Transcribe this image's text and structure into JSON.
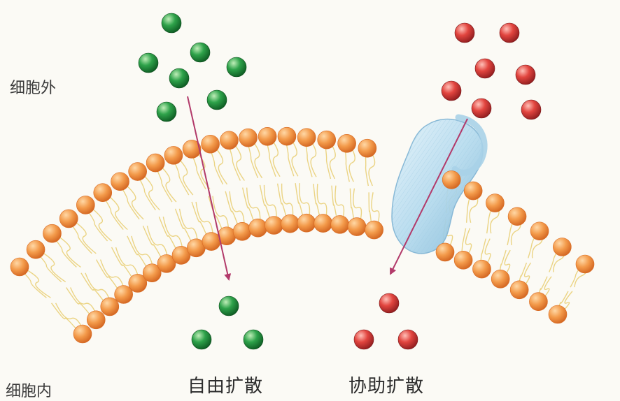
{
  "regions": {
    "outside": "细胞外",
    "inside": "细胞内"
  },
  "processes": {
    "free_diffusion": "自由扩散",
    "facilitated_diffusion": "协助扩散"
  },
  "colors": {
    "background": "#fbfaf5",
    "lipid_head": "#f39a4a",
    "lipid_head_edge": "#d86a22",
    "lipid_tail": "#e9cf78",
    "green_molecule": "#1f8f3a",
    "red_molecule": "#d6383a",
    "carrier_protein": "#bfe0f2",
    "arrow": "#b23a6a"
  }
}
